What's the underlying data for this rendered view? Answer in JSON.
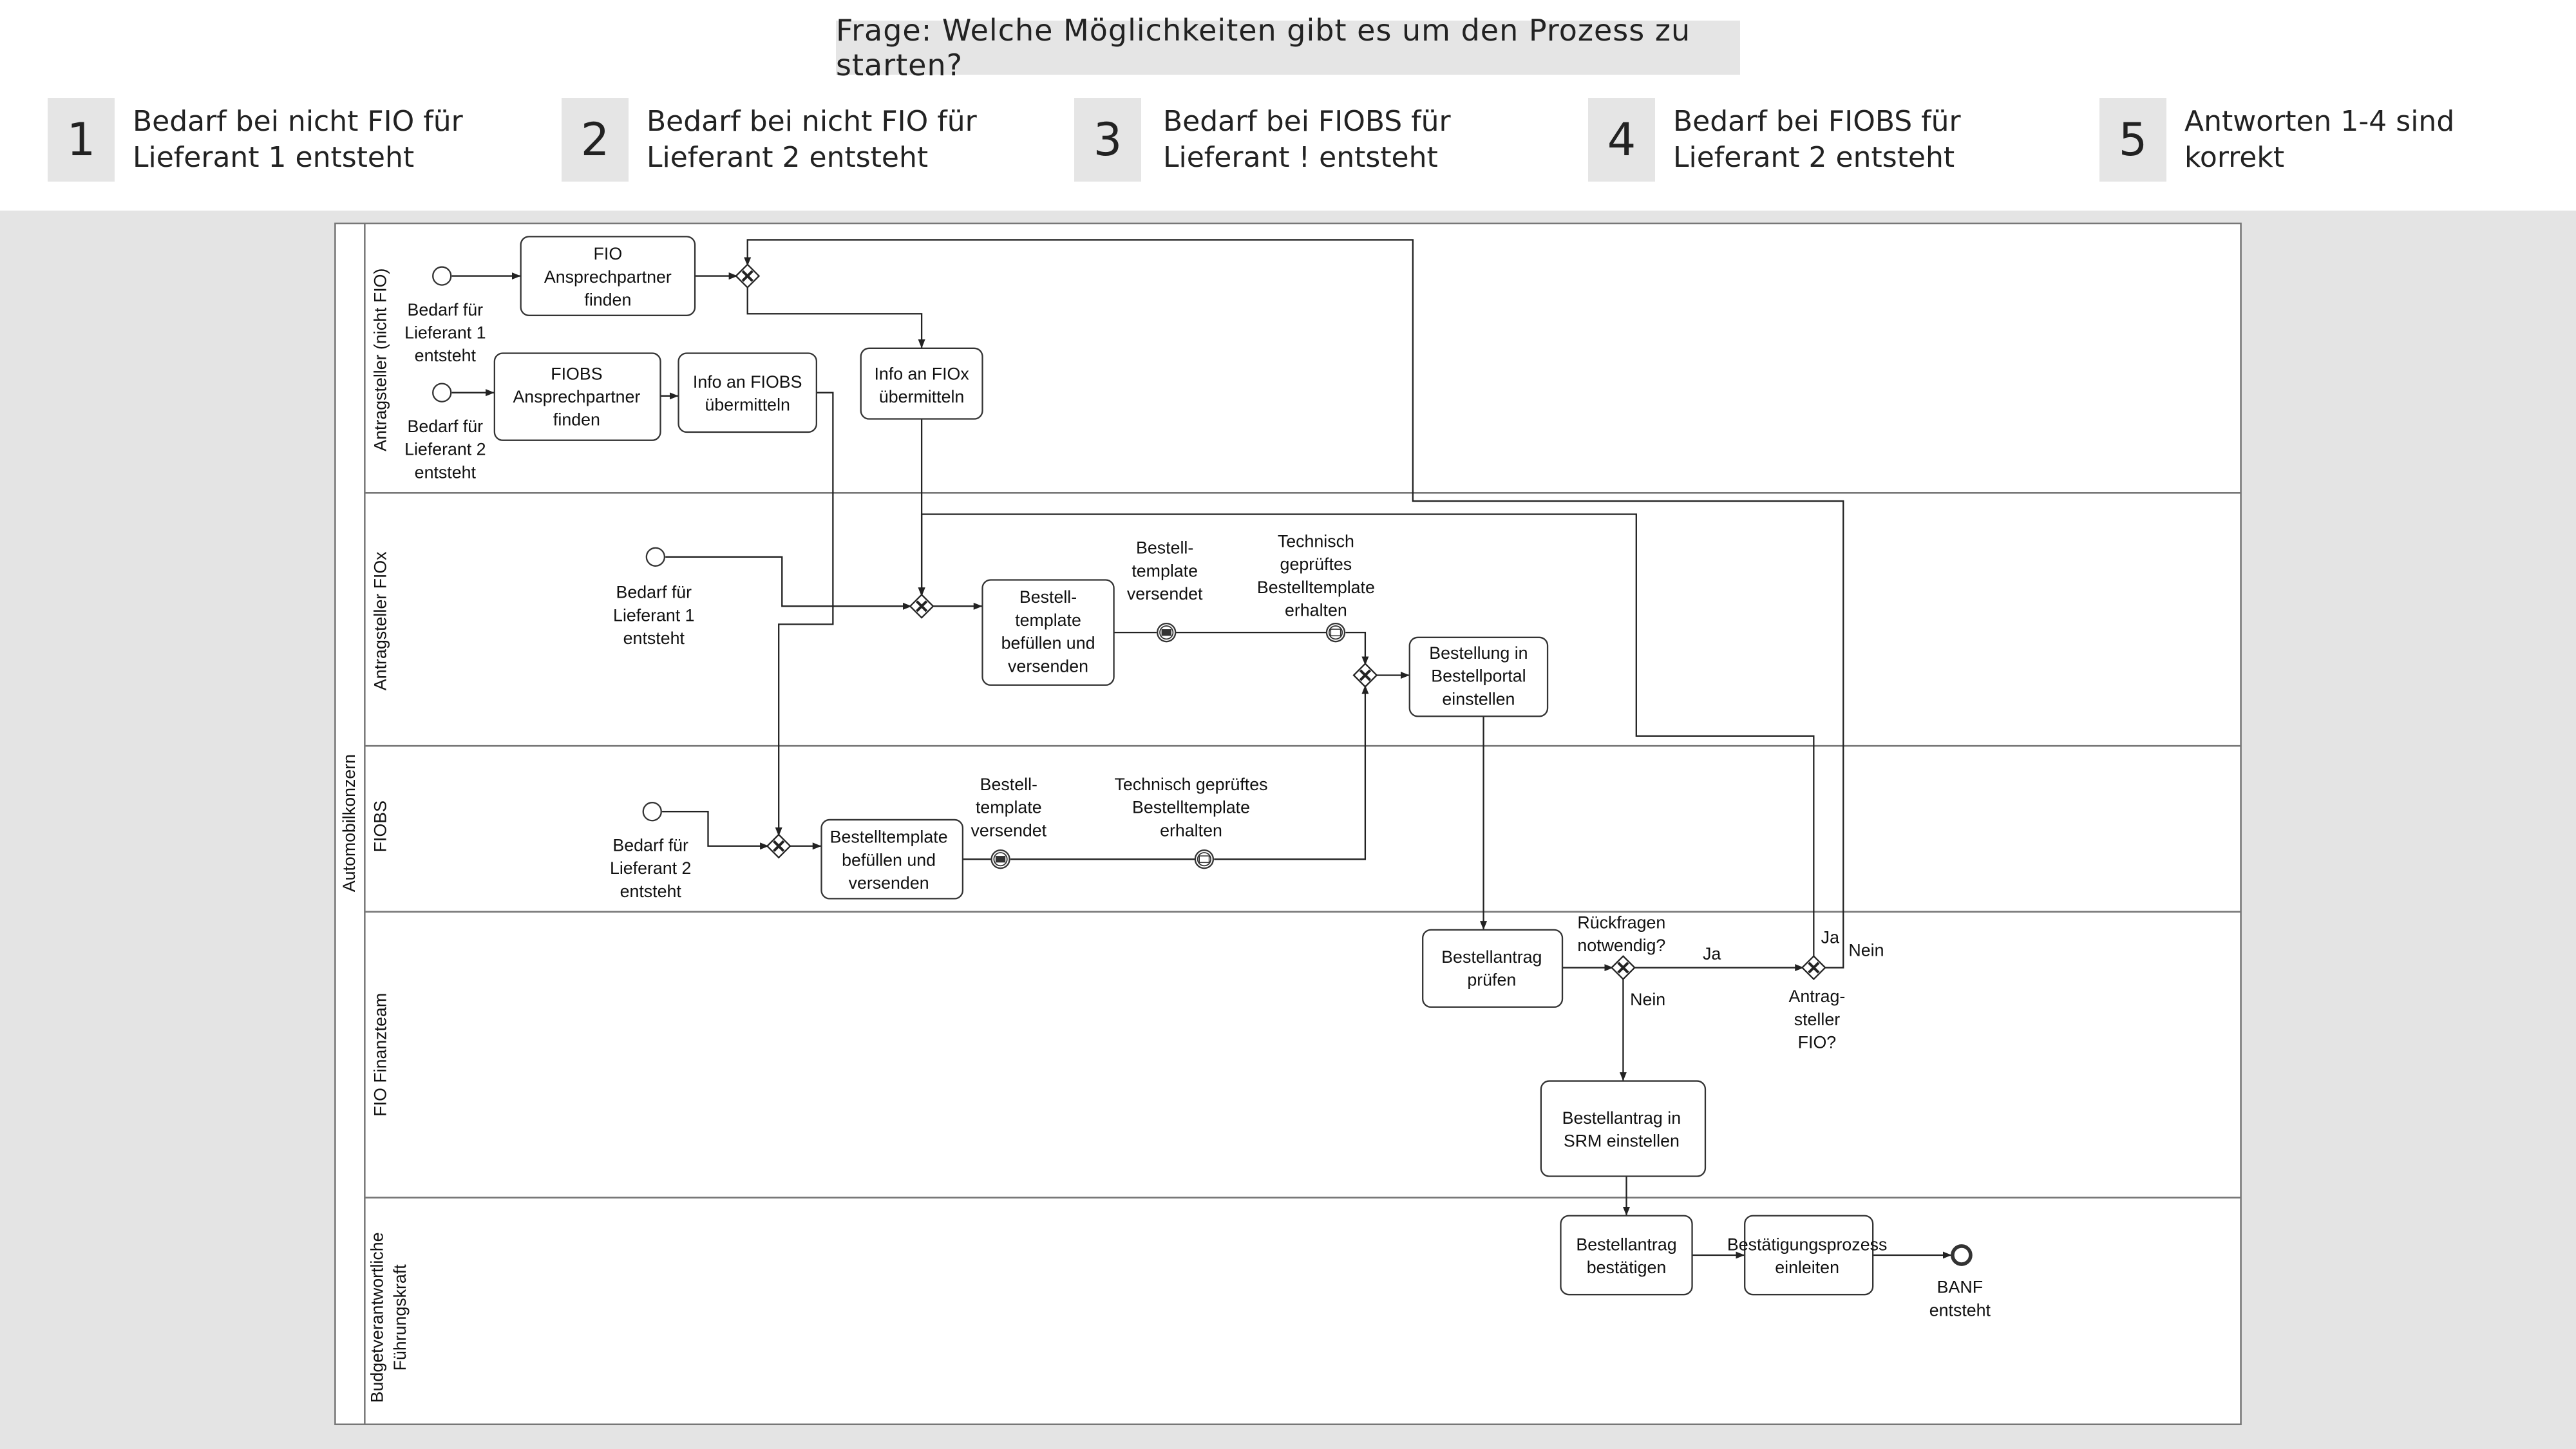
{
  "question": "Frage: Welche Möglichkeiten gibt es um den Prozess zu starten?",
  "answers": [
    {
      "num": "1",
      "line1": "Bedarf bei nicht FIO für",
      "line2": "Lieferant 1 entsteht"
    },
    {
      "num": "2",
      "line1": "Bedarf bei nicht FIO für",
      "line2": "Lieferant 2 entsteht"
    },
    {
      "num": "3",
      "line1": "Bedarf bei FIOBS für",
      "line2": "Lieferant ! entsteht"
    },
    {
      "num": "4",
      "line1": "Bedarf bei FIOBS für",
      "line2": "Lieferant 2 entsteht"
    },
    {
      "num": "5",
      "line1": "Antworten 1-4 sind",
      "line2": "korrekt"
    }
  ],
  "pool": "Automobilkonzern",
  "lanes": [
    {
      "line1": "Antragsteller (nicht FIO)",
      "line2": ""
    },
    {
      "line1": "Antragsteller FIOx",
      "line2": ""
    },
    {
      "line1": "FIOBS",
      "line2": ""
    },
    {
      "line1": "FIO Finanzteam",
      "line2": ""
    },
    {
      "line1": "Budgetverantwortliche",
      "line2": "Führungskraft"
    }
  ],
  "tasks": {
    "fio_finden": [
      "FIO",
      "Ansprechpartner",
      "finden"
    ],
    "fiobs_finden": [
      "FIOBS",
      "Ansprechpartner",
      "finden"
    ],
    "info_fiobs": [
      "Info an FIOBS",
      "übermitteln"
    ],
    "info_fiox": [
      "Info an FIOx",
      "übermitteln"
    ],
    "template_fiox": [
      "Bestell-",
      "template",
      "befüllen und",
      "versenden"
    ],
    "bestellportal": [
      "Bestellung in",
      "Bestellportal",
      "einstellen"
    ],
    "template_fiobs": [
      "Bestelltemplate",
      "befüllen und",
      "versenden"
    ],
    "pruefen": [
      "Bestellantrag",
      "prüfen"
    ],
    "srm": [
      "Bestellantrag in",
      "SRM einstellen"
    ],
    "bestaetigen": [
      "Bestellantrag",
      "bestätigen"
    ],
    "bestaetigungsprozess": [
      "Bestätigungsprozess",
      "einleiten"
    ]
  },
  "labels": {
    "start1": [
      "Bedarf für",
      "Lieferant 1",
      "entsteht"
    ],
    "start2": [
      "Bedarf für",
      "Lieferant 2",
      "entsteht"
    ],
    "start_fiox": [
      "Bedarf für",
      "Lieferant 1",
      "entsteht"
    ],
    "start_fiobs": [
      "Bedarf für",
      "Lieferant 2",
      "entsteht"
    ],
    "sent_fiox": [
      "Bestell-",
      "template",
      "versendet"
    ],
    "recv_fiox": [
      "Technisch",
      "geprüftes",
      "Bestelltemplate",
      "erhalten"
    ],
    "sent_fiobs": [
      "Bestell-",
      "template",
      "versendet"
    ],
    "recv_fiobs": [
      "Technisch geprüftes",
      "Bestelltemplate",
      "erhalten"
    ],
    "rueckfragen": [
      "Rückfragen",
      "notwendig?"
    ],
    "ja1": "Ja",
    "nein1": "Nein",
    "ja2": "Ja",
    "nein2": "Nein",
    "antragsteller_fio": [
      "Antrag-",
      "steller",
      "FIO?"
    ],
    "end": [
      "BANF",
      "entsteht"
    ]
  }
}
